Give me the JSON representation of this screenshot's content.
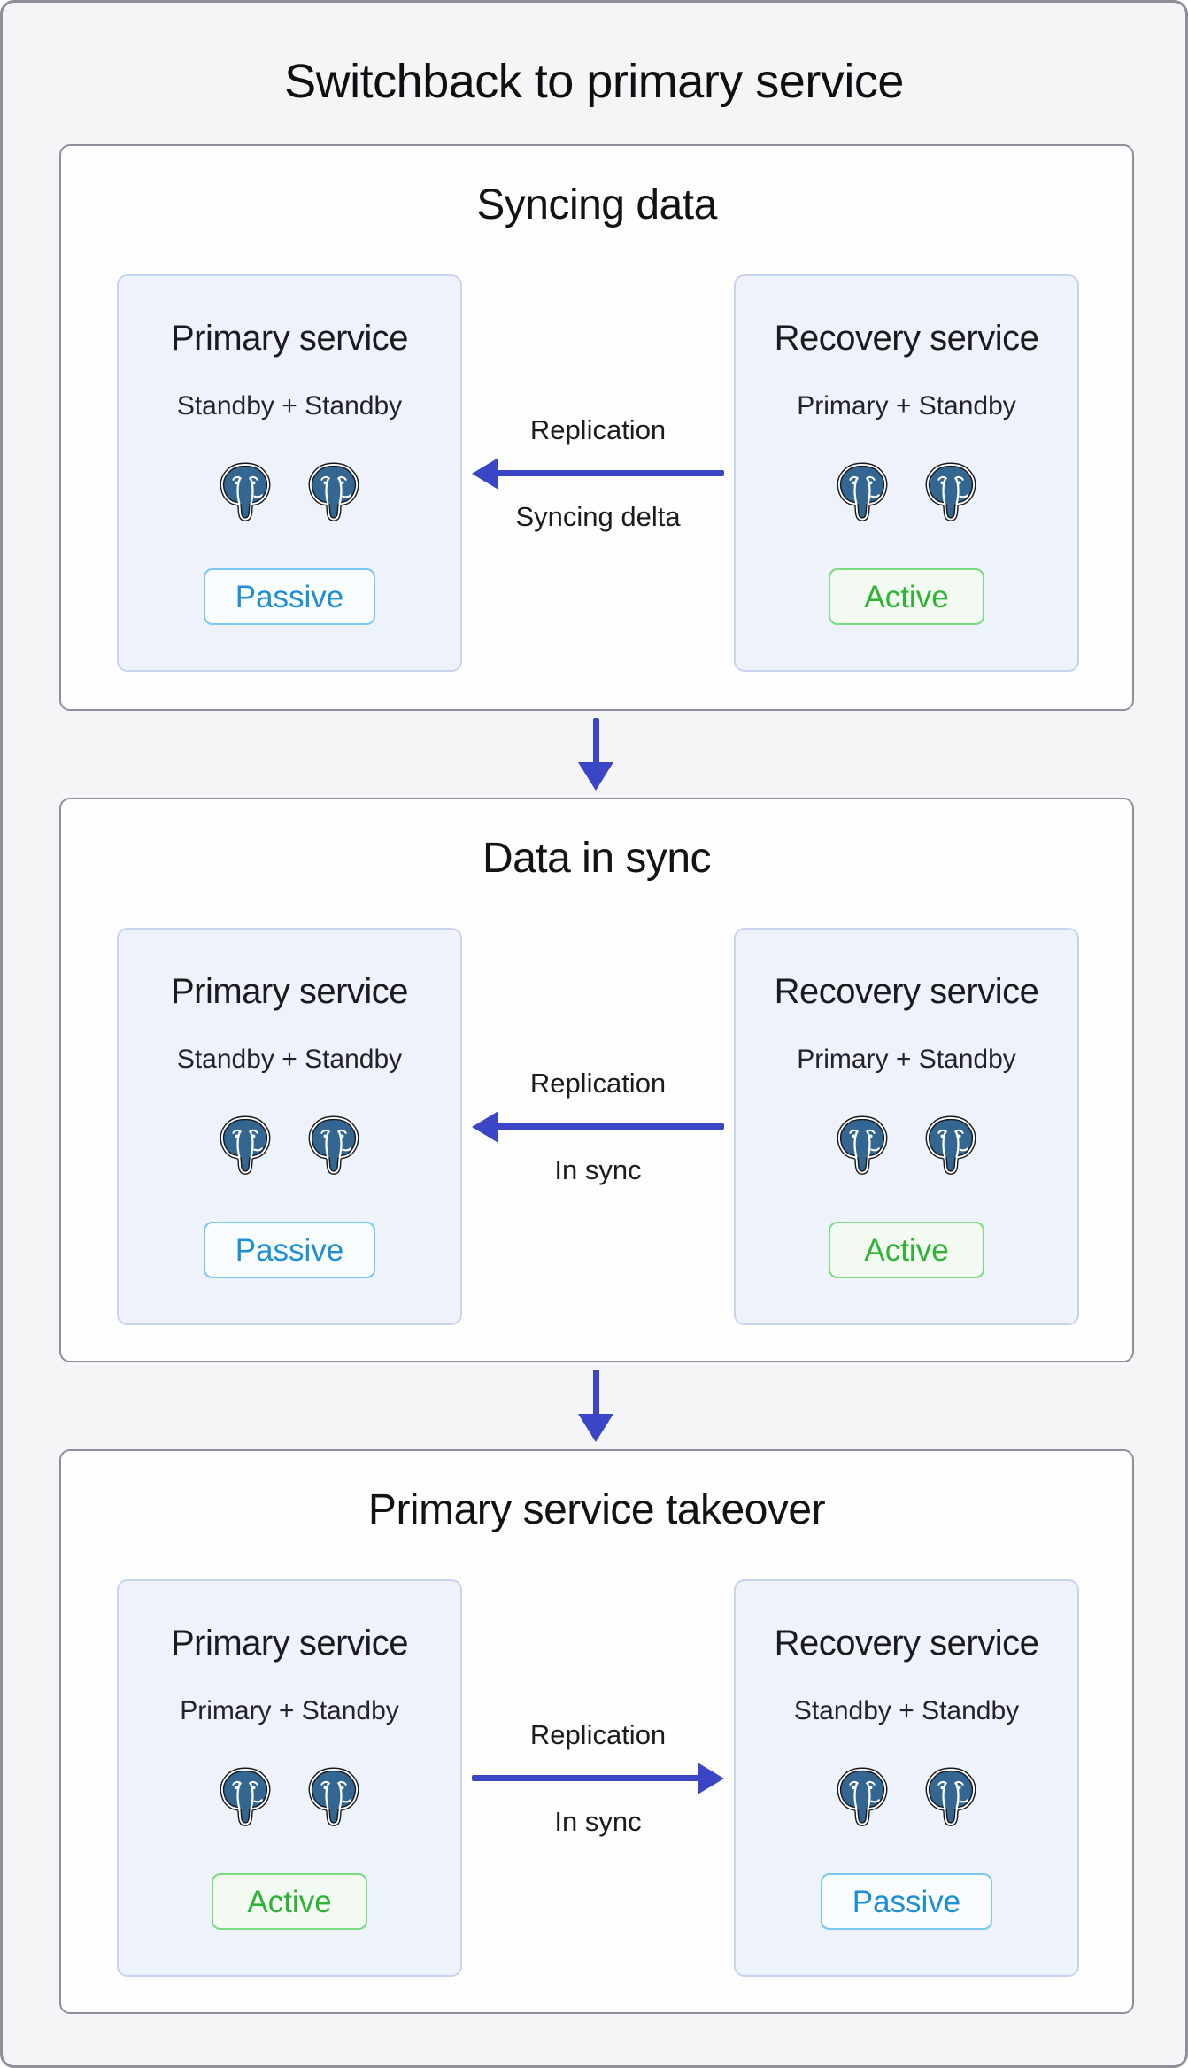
{
  "title": "Switchback to primary service",
  "colors": {
    "arrow_blue": "#3A46C6",
    "postgres_blue": "#336791",
    "card_background": "#EDF2FB",
    "card_border": "#C8D3F0",
    "active_text": "#2EB336",
    "active_border": "#7BDB81",
    "passive_text": "#1E8FD5",
    "passive_border": "#79C9F0"
  },
  "sections": [
    {
      "title": "Syncing data",
      "arrow": {
        "direction": "left",
        "label_top": "Replication",
        "label_bottom": "Syncing delta"
      },
      "services": [
        {
          "name": "Primary service",
          "replicas": "Standby + Standby",
          "badge": "Passive",
          "state": "passive"
        },
        {
          "name": "Recovery service",
          "replicas": "Primary + Standby",
          "badge": "Active",
          "state": "active"
        }
      ]
    },
    {
      "title": "Data in sync",
      "arrow": {
        "direction": "left",
        "label_top": "Replication",
        "label_bottom": "In sync"
      },
      "services": [
        {
          "name": "Primary service",
          "replicas": "Standby + Standby",
          "badge": "Passive",
          "state": "passive"
        },
        {
          "name": "Recovery service",
          "replicas": "Primary + Standby",
          "badge": "Active",
          "state": "active"
        }
      ]
    },
    {
      "title": "Primary service takeover",
      "arrow": {
        "direction": "right",
        "label_top": "Replication",
        "label_bottom": "In sync"
      },
      "services": [
        {
          "name": "Primary service",
          "replicas": "Primary + Standby",
          "badge": "Active",
          "state": "active"
        },
        {
          "name": "Recovery service",
          "replicas": "Standby + Standby",
          "badge": "Passive",
          "state": "passive"
        }
      ]
    }
  ]
}
